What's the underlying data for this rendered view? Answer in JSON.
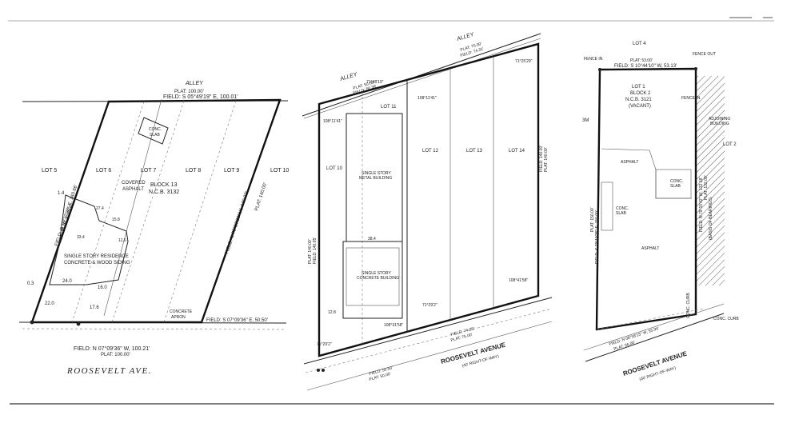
{
  "left_plat": {
    "alley": "ALLEY",
    "top_plat": "PLAT: 100.00'",
    "top_field": "FIELD: S 05°49'19\" E, 100.01'",
    "lots": [
      "LOT 5",
      "LOT 6",
      "LOT 7",
      "LOT 8",
      "LOT 9",
      "LOT 10"
    ],
    "conc_slab_1": "CONC.",
    "conc_slab_2": "SLAB",
    "covered_1": "COVERED",
    "covered_2": "ASPHALT",
    "block_1": "BLOCK 13",
    "block_2": "N.C.B. 3132",
    "residence_1": "SINGLE STORY RESIDENCE",
    "residence_2": "CONCRETE & WOOD SIDING",
    "left_bearing": "FIELD: S 78°37'38\" E, 140.66'",
    "left_plat_dist": "PLAT: 140.00'",
    "right_bearing": "FIELD: N 78°37'38\" W, 140.03'",
    "right_plat_dist": "PLAT: 140.00'",
    "dim_14": "1.4",
    "dim_274": "27.4",
    "dim_158": "15.8",
    "dim_126": "12.6",
    "dim_334": "33.4",
    "dim_03": "0.3",
    "dim_240": "24.0",
    "dim_160": "16.0",
    "dim_220": "22.0",
    "dim_176": "17.6",
    "concrete_1": "CONCRETE",
    "concrete_2": "APRON",
    "bottom_field_right": "FIELD: S 07°09'36\" E, 50.50'",
    "bottom_field": "FIELD: N 07°09'36\" W, 100.21'",
    "bottom_plat": "PLAT: 100.00'",
    "street": "ROOSEVELT AVE."
  },
  "mid_plat": {
    "alley": "ALLEY",
    "alley_2": "ALLEY",
    "top_plat": "PLAT: 75.00'",
    "top_field": "FIELD: 74.31'",
    "top_plat_2": "PLAT: 50.00'",
    "top_field_2": "FIELD: 50.38'",
    "lots": [
      "LOT 10",
      "LOT 11",
      "LOT 12",
      "LOT 13",
      "LOT 14"
    ],
    "bldg1_1": "SINGLE STORY",
    "bldg1_2": "METAL BUILDING",
    "bldg2_1": "SINGLE STORY",
    "bldg2_2": "CONCRETE BUILDING",
    "left_field": "FIELD: 140.05'",
    "left_plat": "PLAT: 140.00'",
    "right_field": "FIELD: 140.00'",
    "right_plat": "PLAT: 140.00'",
    "angle_1": "108°11'41\"",
    "angle_2": "71°48'19\"",
    "angle_3": "108°11'41\"",
    "angle_4": "71°25'29\"",
    "angle_5": "71°29'2\"",
    "angle_6": "108°31'58\"",
    "angle_7": "71°29'2\"",
    "angle_8": "108°41'58\"",
    "dim_128": "12.8",
    "dim_384": "38.4",
    "bottom_field": "FIELD: 74.39'",
    "bottom_plat": "PLAT: 75.00'",
    "bottom_field_2": "FIELD: 50.50'",
    "bottom_plat_2": "PLAT: 50.00'",
    "street": "ROOSEVELT AVENUE",
    "street_sub": "(40' RIGHT-OF-WAY)"
  },
  "right_plat": {
    "lot4": "LOT 4",
    "fence_in": "FENCE IN",
    "fence_out": "FENCE OUT",
    "top_plat": "PLAT: 53.00'",
    "top_field": "FIELD: S 10°44'10\" W, 53.13'",
    "lot1_1": "LOT 1",
    "lot1_2": "BLOCK 2",
    "lot1_3": "N.C.B. 3121",
    "lot1_4": "(VACANT)",
    "fence_ri": "FENCE IN",
    "adjoining_1": "ADJOINING",
    "adjoining_2": "BUILDING",
    "lot2": "LOT 2",
    "asphalt_1": "ASPHALT",
    "asphalt_2": "ASPHALT",
    "conc_1": "CONC.",
    "conc_2": "SLAB",
    "conc_3": "CONC.",
    "conc_4": "SLAB",
    "left_plat": "PLAT: 150.00'",
    "left_field": "FIELD: S 79°19'35\" E, 150.00'",
    "right_field": "FIELD: N 79°15'42\" W, 132.18'",
    "right_plat": "PLAT: 132.00'",
    "right_basis": "(BASIS OF BEARINGS)",
    "bottom_field": "FIELD: N 08°58'15\" W, 55.94'",
    "bottom_plat": "PLAT: 56.00'",
    "street": "ROOSEVELT AVENUE",
    "street_sub": "(40' RIGHT-OF-WAY)",
    "curb": "CONC. CURB",
    "conc_curb_side": "CONC. CURB",
    "c3m": "3M"
  }
}
